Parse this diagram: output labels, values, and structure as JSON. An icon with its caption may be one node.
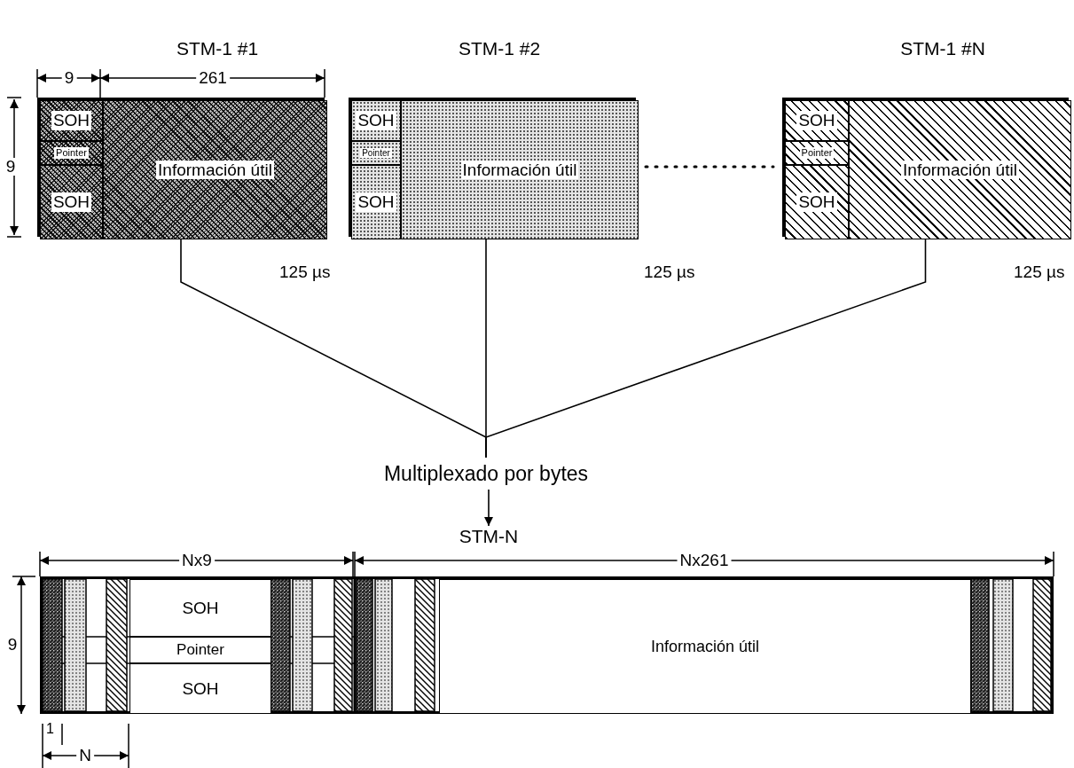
{
  "diagram": {
    "nodes": [
      {
        "text": [
          "STM-1 #1"
        ],
        "beside": [
          "125 µs"
        ]
      },
      {
        "text": [
          "SOH"
        ],
        "in": 0
      },
      {
        "text": [
          "Pointer"
        ],
        "in": 0
      },
      {
        "text": [
          "SOH"
        ],
        "in": 0
      },
      {
        "text": [
          "Información útil"
        ],
        "in": 0
      },
      {
        "text": [
          "STM-1 #2"
        ],
        "beside": [
          "125 µs"
        ]
      },
      {
        "text": [
          "SOH"
        ],
        "in": 5
      },
      {
        "text": [
          "Pointer"
        ],
        "in": 5
      },
      {
        "text": [
          "SOH"
        ],
        "in": 5
      },
      {
        "text": [
          "Información útil"
        ],
        "in": 5
      },
      {
        "text": [
          "STM-1 #N"
        ],
        "beside": [
          "125 µs"
        ]
      },
      {
        "text": [
          "SOH"
        ],
        "in": 10
      },
      {
        "text": [
          "Pointer"
        ],
        "in": 10
      },
      {
        "text": [
          "SOH"
        ],
        "in": 10
      },
      {
        "text": [
          "Información útil"
        ],
        "in": 10
      },
      {
        "text": [
          "Multiplexado por bytes"
        ]
      },
      {
        "text": [
          "STM-N"
        ]
      },
      {
        "text": [
          "SOH"
        ],
        "in": 16
      },
      {
        "text": [
          "Pointer"
        ],
        "in": 16
      },
      {
        "text": [
          "SOH"
        ],
        "in": 16
      },
      {
        "text": [
          "Información útil"
        ],
        "in": 16
      }
    ],
    "edges": [
      {
        "from": 0,
        "to": 15,
        "arrow": "none"
      },
      {
        "from": 5,
        "to": 15,
        "arrow": "none"
      },
      {
        "from": 10,
        "to": 15,
        "arrow": "none"
      },
      {
        "from": 15,
        "to": 16,
        "arrow": "to"
      }
    ],
    "labels": [
      "9",
      "261",
      "9",
      "Nx9",
      "Nx261",
      "9",
      "1",
      "N"
    ]
  }
}
